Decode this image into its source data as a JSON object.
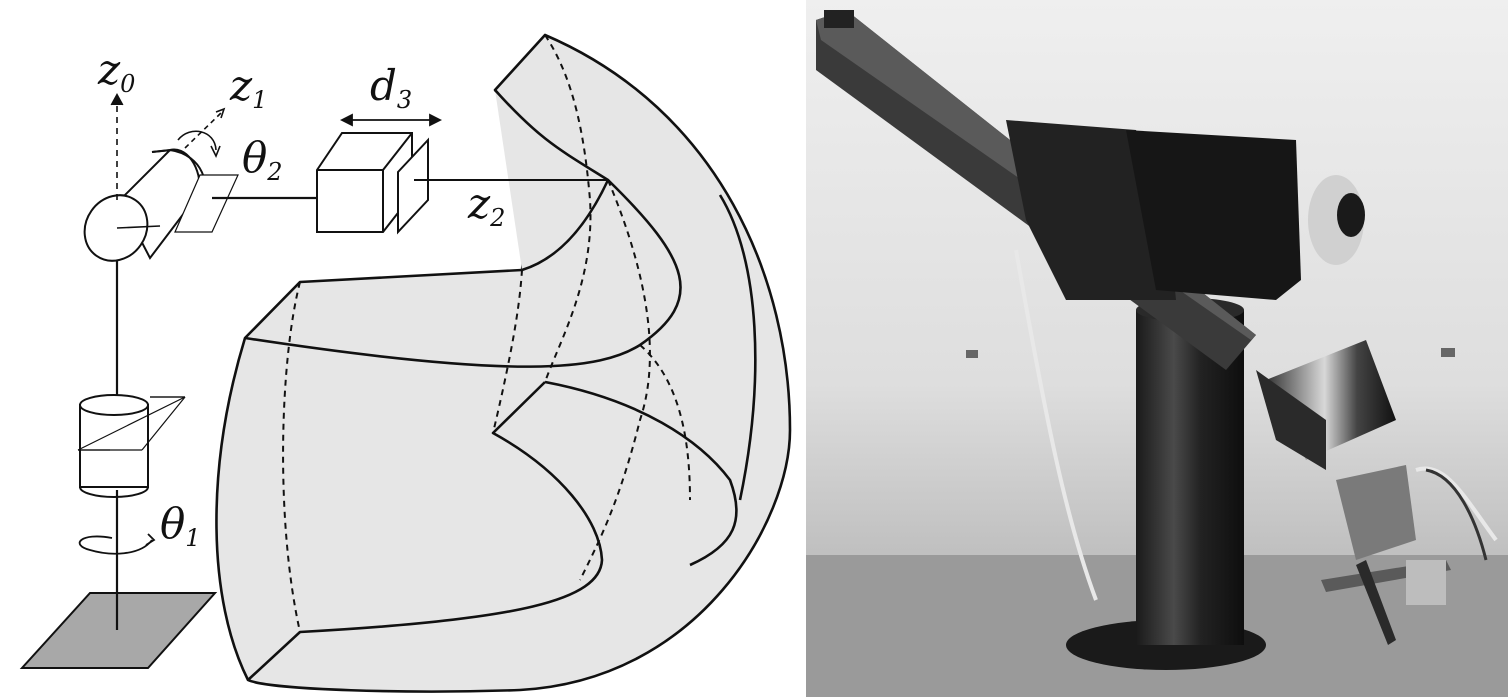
{
  "labels": {
    "z0": "z",
    "z0_sub": "0",
    "z1": "z",
    "z1_sub": "1",
    "z2": "z",
    "z2_sub": "2",
    "d3": "d",
    "d3_sub": "3",
    "theta1": "θ",
    "theta1_sub": "1",
    "theta2": "θ",
    "theta2_sub": "2"
  },
  "colors": {
    "workspace_fill": "#e6e6e6",
    "base_plate_fill": "#a8a8a8",
    "stroke": "#111111"
  },
  "photo": {
    "subject": "spherical robot arm (Stanford arm) photograph"
  }
}
